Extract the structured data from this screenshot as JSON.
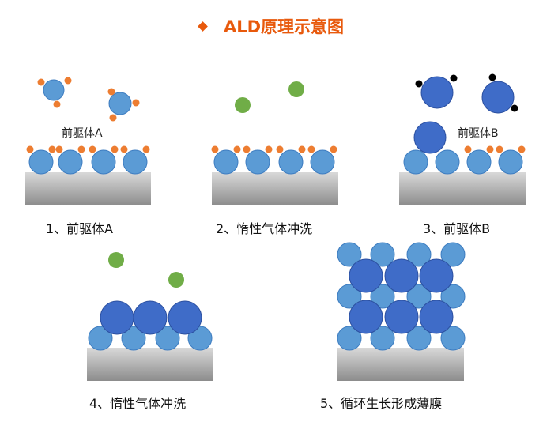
{
  "title": "ALD原理示意图",
  "colors": {
    "title": "#e8590c",
    "substrate_top": "#d9d9d9",
    "substrate_bottom": "#8c8c8c",
    "base_atom": "#5b9bd5",
    "base_atom_stroke": "#3d7cc0",
    "orange_ligand": "#ed7d31",
    "green_purge": "#70ad47",
    "big_atom": "#3f6cc8",
    "big_atom_stroke": "#2c50a0",
    "black_ligand": "#000000"
  },
  "panels": [
    {
      "id": "p1",
      "caption": "1、前驱体A",
      "float_label": "前驱体A"
    },
    {
      "id": "p2",
      "caption": "2、惰性气体冲洗"
    },
    {
      "id": "p3",
      "caption": "3、前驱体B",
      "float_label": "前驱体B"
    },
    {
      "id": "p4",
      "caption": "4、惰性气体冲洗"
    },
    {
      "id": "p5",
      "caption": "5、循环生长形成薄膜"
    }
  ]
}
